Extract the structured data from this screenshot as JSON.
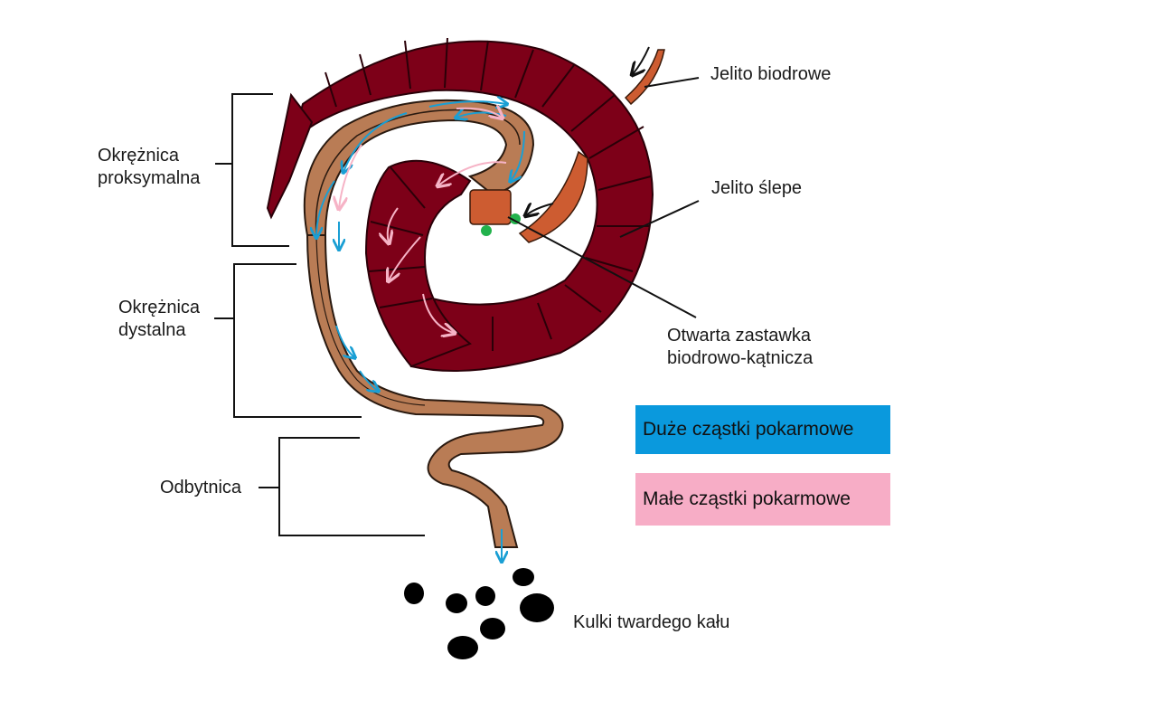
{
  "labels": {
    "proximal_colon_line1": "Okrężnica",
    "proximal_colon_line2": "proksymalna",
    "distal_colon_line1": "Okrężnica",
    "distal_colon_line2": "dystalna",
    "rectum": "Odbytnica",
    "ileum": "Jelito biodrowe",
    "cecum": "Jelito ślepe",
    "valve_line1": "Otwarta zastawka",
    "valve_line2": "biodrowo-kątnicza",
    "feces": "Kulki twardego kału"
  },
  "legend": {
    "large_particles": "Duże cząstki pokarmowe",
    "small_particles": "Małe cząstki pokarmowe"
  },
  "colors": {
    "cecum_segments": "#7d0018",
    "colon": "#b97c55",
    "ileum": "#cd5c31",
    "large_particle_arrows": "#1a9fd4",
    "small_particle_arrows": "#f6b3c6",
    "valve_dots": "#22b24c",
    "feces": "#000000"
  }
}
